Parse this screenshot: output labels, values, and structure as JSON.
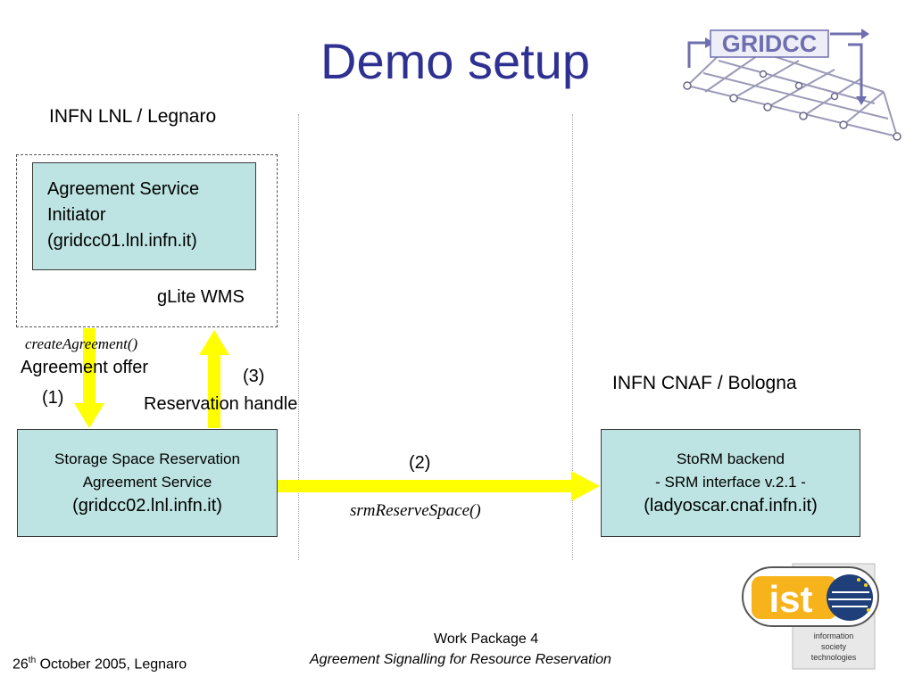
{
  "slide": {
    "title": "Demo setup",
    "sites": {
      "left": "INFN LNL / Legnaro",
      "right": "INFN CNAF / Bologna"
    },
    "boxes": {
      "initiator": {
        "lines": [
          "Agreement Service",
          "Initiator",
          "(gridcc01.lnl.infn.it)"
        ]
      },
      "wms_label": "gLite WMS",
      "ssras": {
        "line1": "Storage Space Reservation",
        "line2": "Agreement Service",
        "line3": "(gridcc02.lnl.infn.it)"
      },
      "storm": {
        "line1": "StoRM backend",
        "line2": "- SRM interface v.2.1 -",
        "line3": "(ladyoscar.cnaf.infn.it)"
      }
    },
    "labels": {
      "create_agreement": "createAgreement()",
      "agreement_offer": "Agreement offer",
      "step1": "(1)",
      "step3": "(3)",
      "reservation_handle": "Reservation handle",
      "step2": "(2)",
      "srm_reserve_space": "srmReserveSpace()"
    },
    "logos": {
      "gridcc": "GRIDCC",
      "ist": "ist",
      "ist_caption": [
        "information",
        "society",
        "technologies"
      ]
    },
    "colors": {
      "title": "#2e3192",
      "box_fill": "#bde4e2",
      "arrow": "#ffff00"
    },
    "footer": {
      "date_day": "26",
      "date_sup": "th",
      "date_rest": " October 2005, Legnaro",
      "wp": "Work Package 4",
      "subtitle": "Agreement Signalling for Resource Reservation"
    }
  }
}
